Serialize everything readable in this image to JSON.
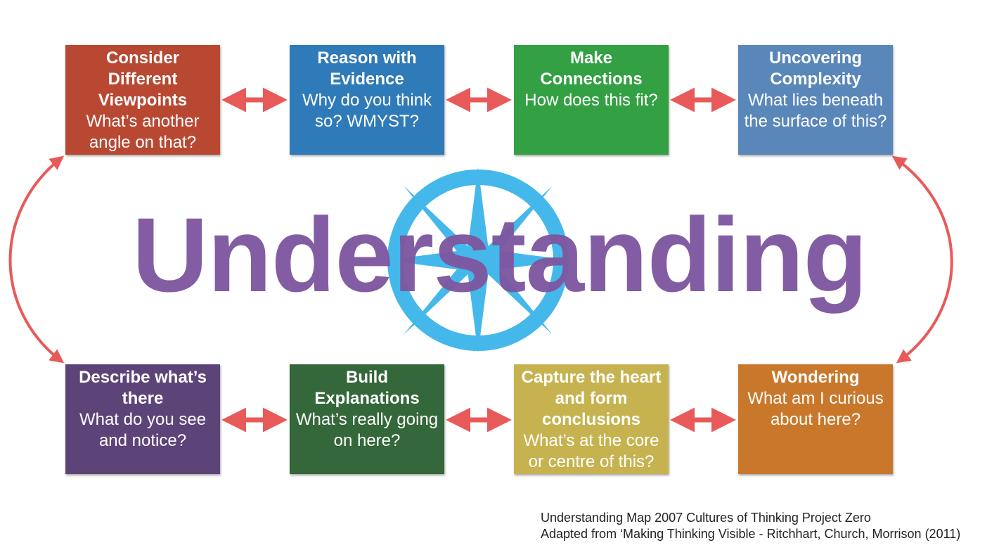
{
  "colors": {
    "arrow": "#e85a5a",
    "compass": "#3bb5ea",
    "center_word": "#7e57a0"
  },
  "compass_icon": "compass-rose-icon",
  "center_word": "Understanding",
  "boxes": [
    {
      "id": "consider-different-viewpoints",
      "title": "Consider Different Viewpoints",
      "question": "What’s another angle on that?",
      "color": "#b94833"
    },
    {
      "id": "reason-with-evidence",
      "title": "Reason with Evidence",
      "question": "Why do you think so? WMYST?",
      "color": "#2f7ab8"
    },
    {
      "id": "make-connections",
      "title": "Make Connections",
      "question": "How does this fit?",
      "color": "#32a043"
    },
    {
      "id": "uncovering-complexity",
      "title": "Uncovering Complexity",
      "question": "What lies beneath the surface of this?",
      "color": "#5a87ba"
    },
    {
      "id": "describe-whats-there",
      "title": "Describe what’s there",
      "question": "What do you see and notice?",
      "color": "#5d4478"
    },
    {
      "id": "build-explanations",
      "title": "Build Explanations",
      "question": "What’s really going on here?",
      "color": "#346739"
    },
    {
      "id": "capture-the-heart",
      "title": "Capture the heart and form conclusions",
      "question": "What’s at the core or centre of this?",
      "color": "#c6b350"
    },
    {
      "id": "wondering",
      "title": "Wondering",
      "question": "What am I curious about here?",
      "color": "#c9782b"
    }
  ],
  "citation": {
    "line1": "Understanding Map 2007 Cultures of Thinking Project Zero",
    "line2": "Adapted from ‘Making Thinking Visible - Ritchhart, Church, Morrison (2011)"
  }
}
